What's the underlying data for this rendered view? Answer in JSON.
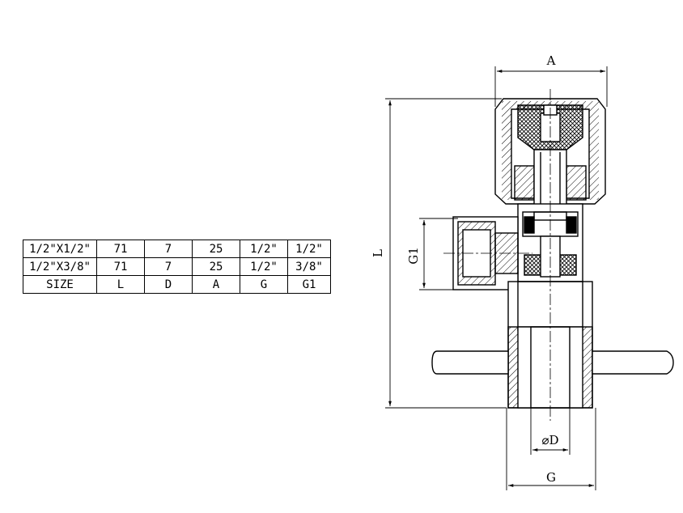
{
  "spec_table": {
    "rows": [
      [
        "1/2\"X1/2\"",
        "71",
        "7",
        "25",
        "1/2\"",
        "1/2\""
      ],
      [
        "1/2\"X3/8\"",
        "71",
        "7",
        "25",
        "1/2\"",
        "3/8\""
      ],
      [
        "SIZE",
        "L",
        "D",
        "A",
        "G",
        "G1"
      ]
    ]
  },
  "dimensions": {
    "A": "A",
    "L": "L",
    "G1": "G1",
    "D": "⌀D",
    "G": "G"
  }
}
